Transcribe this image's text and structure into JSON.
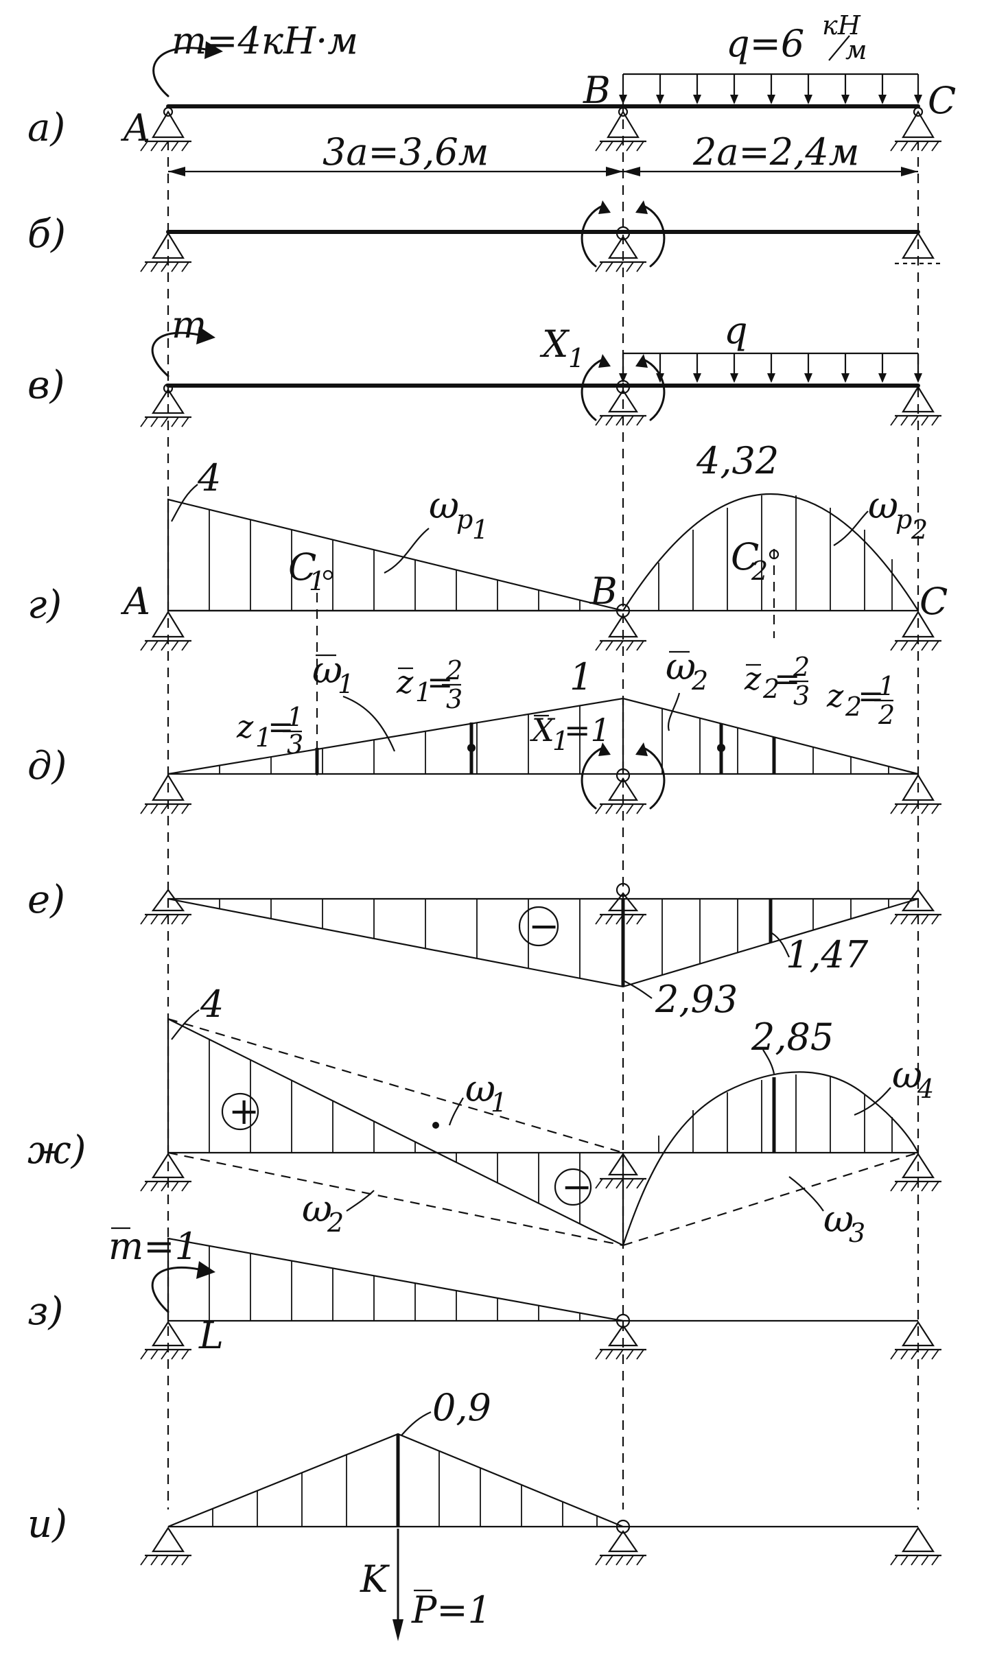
{
  "rows": {
    "a": "а)",
    "b": "б)",
    "v": "в)",
    "g": "г)",
    "d": "д)",
    "e": "е)",
    "zh": "ж)",
    "z": "з)",
    "i": "и)"
  },
  "a": {
    "moment": "m=4кН·м",
    "load": "q=6",
    "load_unit_num": "кН",
    "load_unit_den": "м",
    "A": "A",
    "B": "B",
    "C": "C",
    "dim_left": "3a=3,6м",
    "dim_right": "2a=2,4м"
  },
  "v": {
    "moment": "m",
    "X1": "X",
    "X1_sub": "1",
    "q": "q"
  },
  "g": {
    "val_left": "4",
    "val_peak": "4,32",
    "omega1": "ω",
    "omega1_sub": "p",
    "omega1_sub2": "1",
    "omega2": "ω",
    "omega2_sub": "p",
    "omega2_sub2": "2",
    "C1": "C",
    "C1_sub": "1",
    "C2": "C",
    "C2_sub": "2",
    "A": "A",
    "B": "B",
    "C": "C"
  },
  "d": {
    "one": "1",
    "omega1": "ω",
    "omega1_sub": "1",
    "omega2": "ω",
    "omega2_sub": "2",
    "z1": "z",
    "z1_sub": "1",
    "z1_val_num": "1",
    "z1_val_den": "3",
    "zb1": "z",
    "zb1_sub": "1",
    "zb1_val_num": "2",
    "zb1_val_den": "3",
    "zb2": "z",
    "zb2_sub": "2",
    "zb2_val_num": "2",
    "zb2_val_den": "3",
    "z2": "z",
    "z2_sub": "2",
    "z2_val_num": "1",
    "z2_val_den": "2",
    "x1": "X",
    "x1_sub": "1",
    "x1_val": "=1"
  },
  "e": {
    "sign": "−",
    "val_max": "2,93",
    "val_mid": "1,47"
  },
  "zh": {
    "val_left": "4",
    "val_peak": "2,85",
    "plus": "+",
    "minus": "−",
    "omega1": "ω",
    "omega1_sub": "1",
    "omega2": "ω",
    "omega2_sub": "2",
    "omega3": "ω",
    "omega3_sub": "3",
    "omega4": "ω",
    "omega4_sub": "4"
  },
  "z": {
    "moment": "m=1",
    "L": "L"
  },
  "i": {
    "val_peak": "0,9",
    "K": "K",
    "P": "P=1"
  }
}
